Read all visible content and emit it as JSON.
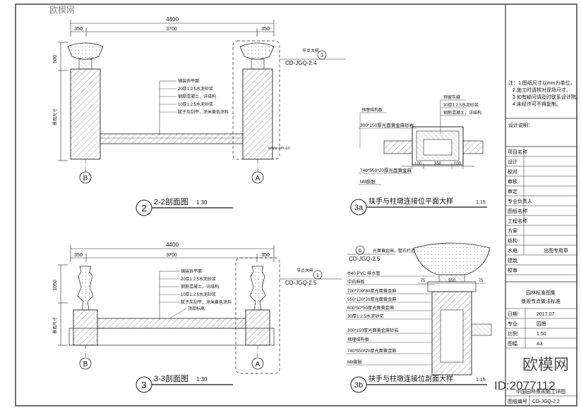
{
  "dims": {
    "top_total": "4400",
    "top_left": "350",
    "top_mid": "3700",
    "top_right": "350",
    "top_h": "500",
    "top_v": "景观尺寸",
    "bot_total": "4400",
    "bot_left": "350",
    "bot_mid": "3700",
    "bot_right": "350",
    "bot_h": "1050",
    "bot_v": "景观尺寸"
  },
  "axes": {
    "b": "B",
    "a": "A"
  },
  "callouts": {
    "top": {
      "label": "节点大样",
      "num": "3",
      "ref": "CD-JGQ-2.4"
    },
    "bottom": {
      "label": "节点大样",
      "num": "1",
      "ref": "CD-JGQ-2.5"
    },
    "plan": {
      "num": "6",
      "ref": "CD-JGQ-2.5"
    }
  },
  "section_notes": [
    "铺装饰平面",
    "20厚1:2.5水泥砂浆",
    "钢筋混凝土，详结构",
    "10厚1:2.5水泥砂浆",
    "腻子灰刮平，涂米黄色涂料"
  ],
  "section3_extra": "顶部标高",
  "plan_notes": {
    "top": [
      "预留灰缝",
      "30厚1:2.5水泥砂浆",
      "钢筋混凝土，详结构"
    ],
    "left": "预埋结构板",
    "l1": "300*150厚光面黄金麻砂岩",
    "l2": "740*550*20厚光面黄金麻",
    "l3": "M8膨胀",
    "d1": "100",
    "d2": "350",
    "d3": "100"
  },
  "section_b_notes": [
    "Φ40 PVC 排水管",
    "中白麻板",
    "700*700*80厚光面黄金麻",
    "550*120*20厚光面黄金麻",
    "600*50*50厚光面黄金麻",
    "30厚1:2.5水泥砂浆",
    "300*150厚光面黄金麻砂岩",
    "预埋结构板",
    "740*550*20厚光面黄金麻",
    "M8膨胀"
  ],
  "top_note": "光面黄金麻，整石打造",
  "section_b_dims": {
    "d1": "75",
    "d2": "550",
    "d3": "75"
  },
  "titles": {
    "t1": {
      "num": "2",
      "text": "2-2剖面图",
      "scale": "1:30"
    },
    "t2": {
      "num": "3",
      "text": "3-3剖面图",
      "scale": "1:30"
    },
    "t3": {
      "num": "3a",
      "text": "扶手与柱墩连接位平面大样",
      "scale": "1:15"
    },
    "t4": {
      "num": "3b",
      "text": "扶手与柱墩连接位剖面大样",
      "scale": "1:15"
    }
  },
  "title_block": {
    "notes": [
      "注：1.图纸尺寸以mm为单位。",
      "2.施工时请核对现场尺寸。",
      "3.如有疑问请及时联系设计院。",
      "4.未经许可不得复制。"
    ],
    "rev": "设计说明：",
    "rows": [
      "项目名称",
      "设计",
      "校对",
      "审核",
      "审定",
      "专业负责人",
      "图纸名称",
      "工程名称",
      "方案",
      "结构",
      "水电",
      "建筑",
      "校审"
    ],
    "stamp_label": "出图专用章",
    "company": "园林标准图集",
    "drawing_name": "景观节点做法标准",
    "date_label": "日期",
    "date_value": "2017.07",
    "major_label": "专业",
    "major_value": "园景",
    "scale_label": "比例",
    "scale_value": "1:50",
    "size_label": "图幅",
    "size_value": "A3",
    "sheet_label": "图纸编号",
    "sheet_value": "CD-JGQ-2.2",
    "institute": "中国园林景观施工详图"
  },
  "watermark": {
    "brand": "欧模网",
    "id": "ID:2077112",
    "site": "www.om.cn"
  }
}
